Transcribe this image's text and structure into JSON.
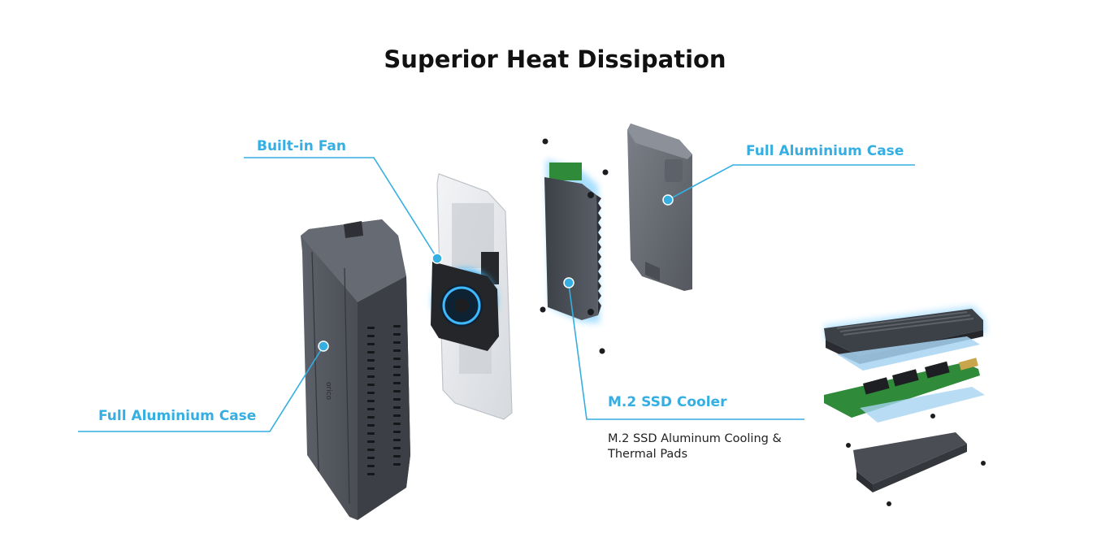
{
  "title": "Superior Heat Dissipation",
  "colors": {
    "accent": "#35aee2",
    "title": "#111111",
    "case_dark": "#4a4d53",
    "case_mid": "#5c6068",
    "case_light": "#7a7e86",
    "pcb_green": "#2f8a3a",
    "pad_blue": "#a7d3f2",
    "glow": "#3fb8ff"
  },
  "callouts": {
    "built_in_fan": "Built-in Fan",
    "full_aluminium_case_right": "Full Aluminium Case",
    "full_aluminium_case_left": "Full Aluminium Case",
    "m2_ssd_cooler": "M.2 SSD Cooler"
  },
  "description": {
    "line1": "M.2 SSD Aluminum Cooling &",
    "line2": "Thermal Pads"
  },
  "brand_mark": "orico"
}
